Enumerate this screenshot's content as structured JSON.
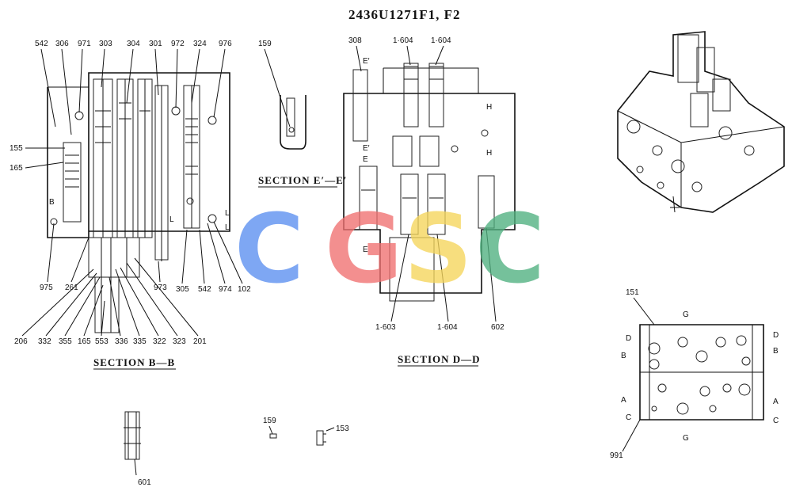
{
  "drawing": {
    "title": "2436U1271F1, F2",
    "watermark": {
      "letters": [
        "C",
        "G",
        "S",
        "C"
      ],
      "colors": [
        "#5b8ff0",
        "#f07070",
        "#f5d55a",
        "#4fb07f"
      ]
    },
    "sections": {
      "bb": {
        "caption": "SECTION B—B",
        "top_labels": [
          "542",
          "306",
          "971",
          "303",
          "304",
          "301",
          "972",
          "324",
          "976"
        ],
        "left_labels": [
          "155",
          "165"
        ],
        "right_markers": [
          "L",
          "L"
        ],
        "inner_markers": [
          "B"
        ],
        "bottom_labels": [
          "975",
          "261",
          "973",
          "305",
          "542",
          "974",
          "102"
        ],
        "low_labels": [
          "206",
          "332",
          "355",
          "165",
          "553",
          "336",
          "335",
          "322",
          "323",
          "201"
        ]
      },
      "ee": {
        "label_top": "159",
        "caption": "SECTION E′—E′"
      },
      "dd": {
        "caption": "SECTION D—D",
        "top_labels": [
          "308",
          "1·604",
          "1·604"
        ],
        "markers": [
          "E′",
          "E′",
          "E",
          "H",
          "H",
          "E"
        ],
        "bottom_labels": [
          "1·603",
          "1·604",
          "602"
        ]
      },
      "detail_601": {
        "label": "601"
      },
      "detail_159": {
        "label": "159"
      },
      "detail_153": {
        "label": "153"
      },
      "front_view": {
        "label_top": "151",
        "label_bottom": "991",
        "markers_left": [
          "D",
          "B",
          "A",
          "C"
        ],
        "markers_right": [
          "D",
          "B",
          "A",
          "C"
        ],
        "markers_g": [
          "G",
          "G"
        ]
      }
    }
  }
}
